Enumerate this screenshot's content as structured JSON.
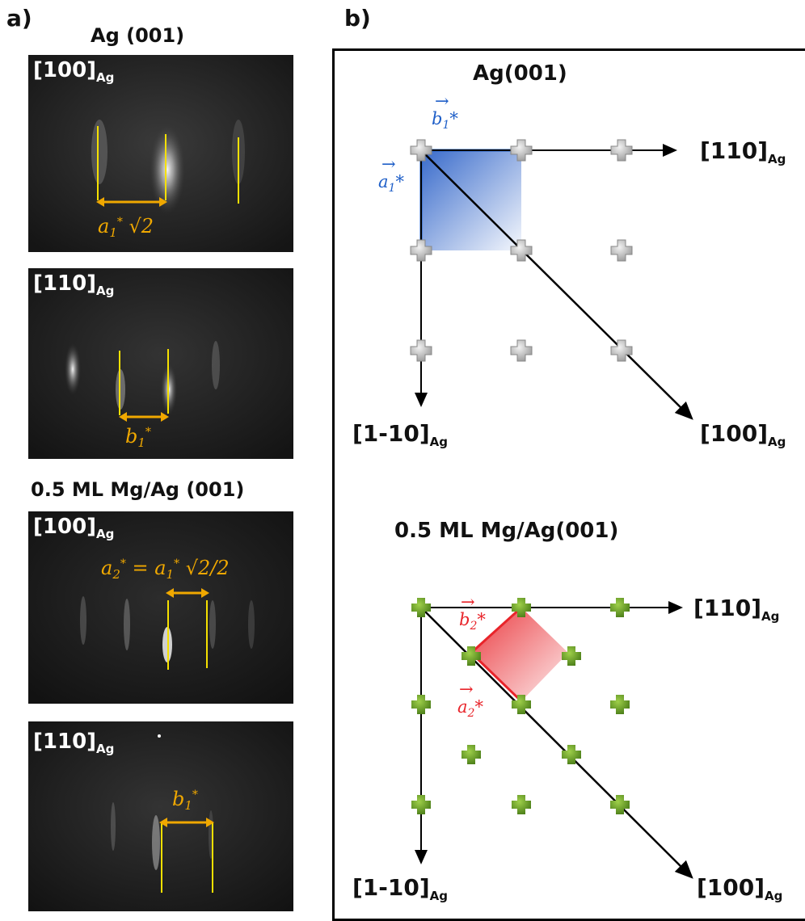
{
  "panel_a": {
    "letter": "a)",
    "heading_ag": "Ag (001)",
    "heading_mg": "0.5 ML Mg/Ag (001)",
    "image1": {
      "dir_main": "[100]",
      "dir_sub": "Ag",
      "label_main": "a",
      "label_sub": "1",
      "label_sup": "*",
      "label_tail": "√2"
    },
    "image2": {
      "dir_main": "[110]",
      "dir_sub": "Ag",
      "label_main": "b",
      "label_sub": "1",
      "label_sup": "*"
    },
    "image3": {
      "dir_main": "[100]",
      "dir_sub": "Ag",
      "label_a": "a",
      "label_a_sub": "2",
      "label_sup": "*",
      "label_eq": " = ",
      "label_b": "a",
      "label_b_sub": "1",
      "label_b_sup": "*",
      "label_tail": "√2/2"
    },
    "image4": {
      "dir_main": "[110]",
      "dir_sub": "Ag",
      "label_main": "b",
      "label_sub": "1",
      "label_sup": "*"
    }
  },
  "panel_b": {
    "letter": "b)",
    "top": {
      "title": "Ag(001)",
      "axis_right": {
        "main": "[110]",
        "sub": "Ag"
      },
      "axis_down": {
        "main": "[1-10]",
        "sub": "Ag"
      },
      "axis_diag": {
        "main": "[100]",
        "sub": "Ag"
      },
      "vec_b": {
        "arrow": "→",
        "main": "b",
        "sub": "1",
        "star": "*"
      },
      "vec_a": {
        "arrow": "→",
        "main": "a",
        "sub": "1",
        "star": "*"
      }
    },
    "bottom": {
      "title": "0.5 ML Mg/Ag(001)",
      "axis_right": {
        "main": "[110]",
        "sub": "Ag"
      },
      "axis_down": {
        "main": "[1-10]",
        "sub": "Ag"
      },
      "axis_diag": {
        "main": "[100]",
        "sub": "Ag"
      },
      "vec_b": {
        "arrow": "→",
        "main": "b",
        "sub": "2",
        "star": "*"
      },
      "vec_a": {
        "arrow": "→",
        "main": "a",
        "sub": "2",
        "star": "*"
      }
    }
  },
  "colors": {
    "gold": "#f0a800",
    "yellow_line": "#f5e000",
    "blue": "#1f5fc8",
    "red": "#e8242a",
    "green": "#6aa22a",
    "gray_spot": "#bcbcbc"
  }
}
